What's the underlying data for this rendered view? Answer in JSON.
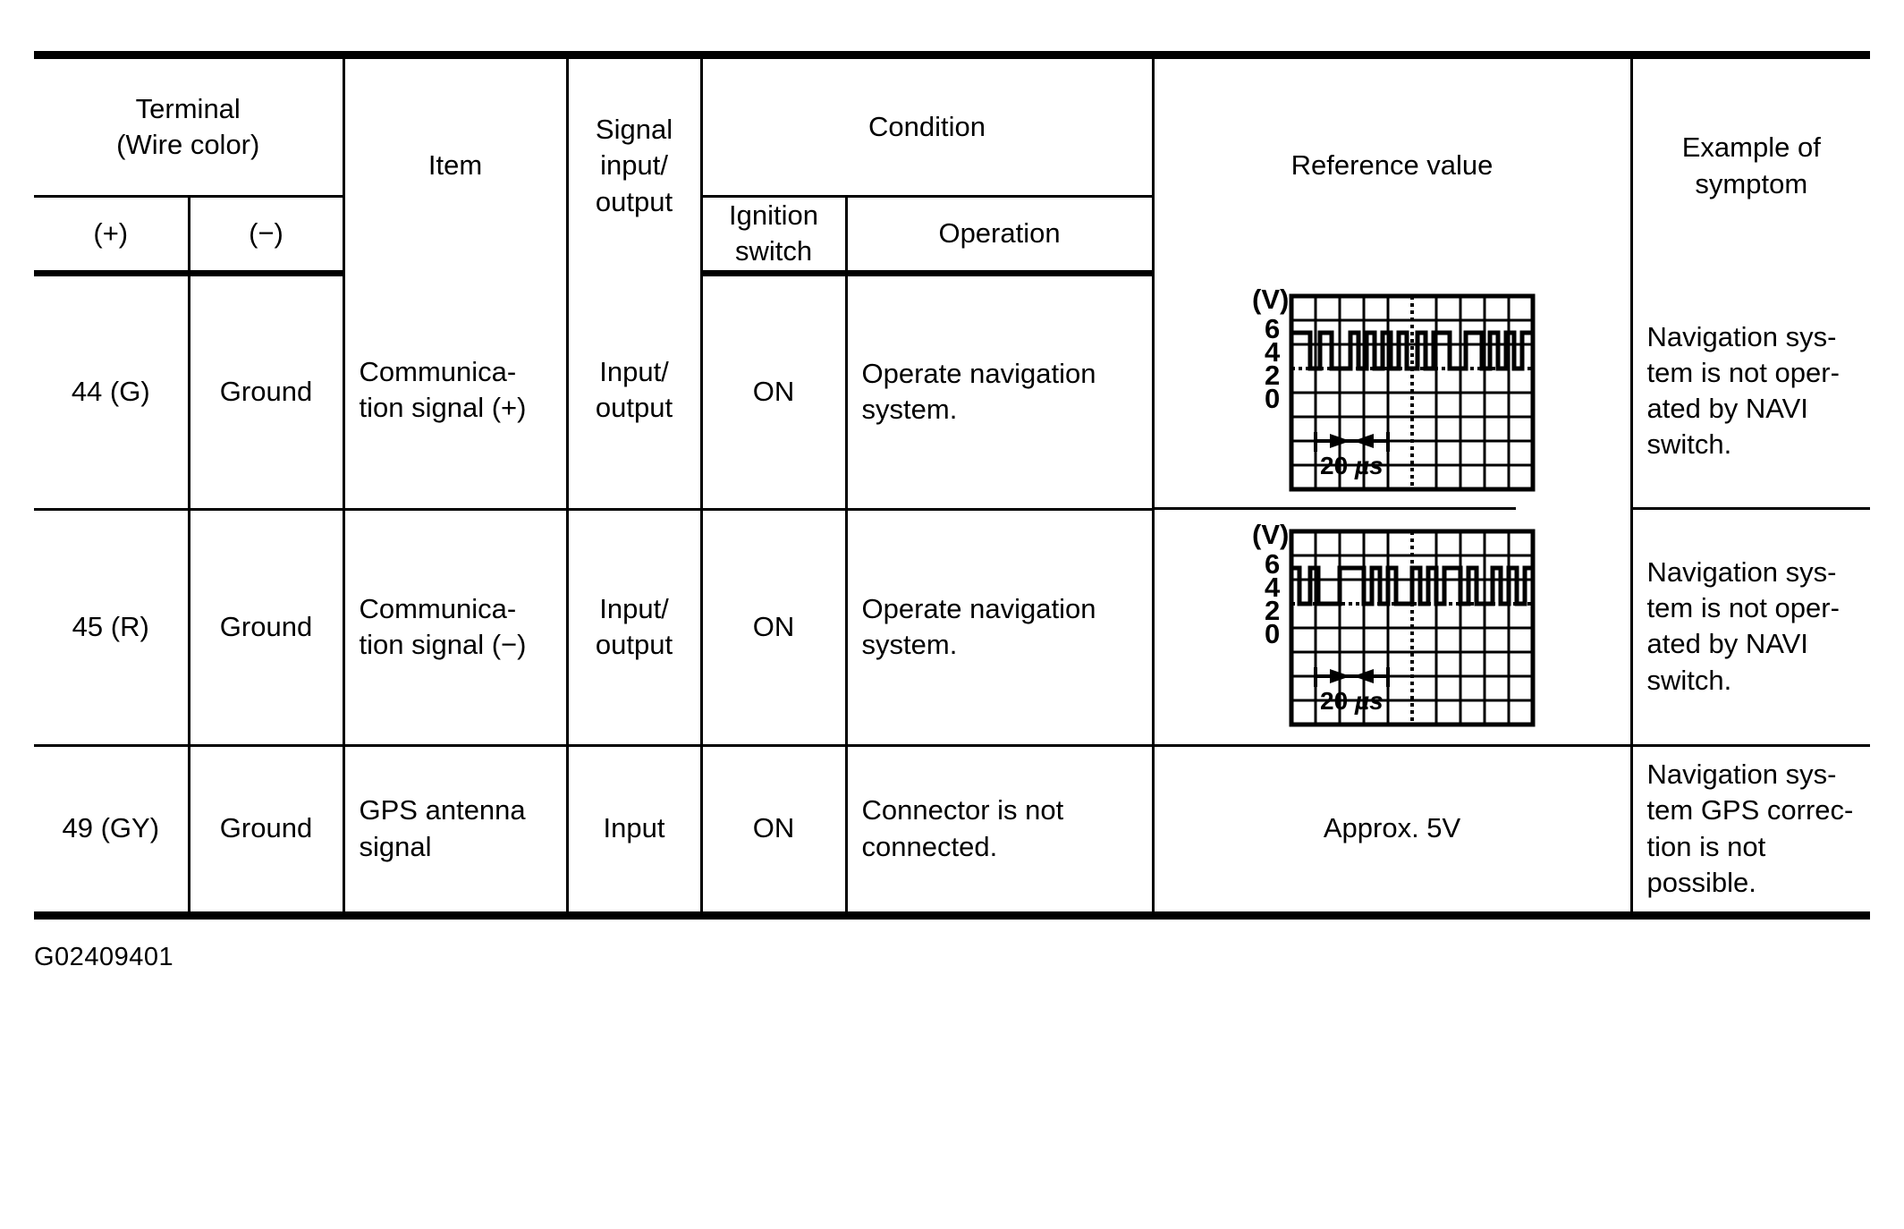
{
  "table": {
    "headers": {
      "terminal_group": "Terminal\n(Wire color)",
      "terminal_group_line1": "Terminal",
      "terminal_group_line2": "(Wire color)",
      "terminal_positive": "(+)",
      "terminal_negative": "(−)",
      "item": "Item",
      "signal_io_line1": "Signal",
      "signal_io_line2": "input/",
      "signal_io_line3": "output",
      "condition_group": "Condition",
      "ignition_switch_line1": "Ignition",
      "ignition_switch_line2": "switch",
      "operation": "Operation",
      "reference_value": "Reference value",
      "example_symptom_line1": "Example of",
      "example_symptom_line2": "symptom"
    },
    "rows": [
      {
        "terminal_positive": "44 (G)",
        "terminal_negative": "Ground",
        "item": "Communica-\ntion signal (+)",
        "item_line1": "Communica-",
        "item_line2": "tion signal (+)",
        "signal_io": "Input/\noutput",
        "signal_io_line1": "Input/",
        "signal_io_line2": "output",
        "ignition_switch": "ON",
        "operation": "Operate navigation system.",
        "reference_value_type": "waveform",
        "reference_value_text": "",
        "symptom": "Navigation sys-\ntem is not oper-\nated by NAVI\nswitch.",
        "symptom_line1": "Navigation sys-",
        "symptom_line2": "tem is not oper-",
        "symptom_line3": "ated by NAVI",
        "symptom_line4": "switch."
      },
      {
        "terminal_positive": "45 (R)",
        "terminal_negative": "Ground",
        "item": "Communica-\ntion signal (−)",
        "item_line1": "Communica-",
        "item_line2": "tion signal (−)",
        "signal_io": "Input/\noutput",
        "signal_io_line1": "Input/",
        "signal_io_line2": "output",
        "ignition_switch": "ON",
        "operation": "Operate navigation system.",
        "reference_value_type": "waveform",
        "reference_value_text": "",
        "symptom": "Navigation sys-\ntem is not oper-\nated by NAVI\nswitch.",
        "symptom_line1": "Navigation sys-",
        "symptom_line2": "tem is not oper-",
        "symptom_line3": "ated by NAVI",
        "symptom_line4": "switch."
      },
      {
        "terminal_positive": "49 (GY)",
        "terminal_negative": "Ground",
        "item": "GPS antenna\nsignal",
        "item_line1": "GPS antenna",
        "item_line2": "signal",
        "signal_io": "Input",
        "signal_io_line1": "Input",
        "signal_io_line2": "",
        "ignition_switch": "ON",
        "operation": "Connector is not connected.",
        "reference_value_type": "text",
        "reference_value_text": "Approx. 5V",
        "symptom": "Navigation sys-\ntem GPS correc-\ntion is not\npossible.",
        "symptom_line1": "Navigation sys-",
        "symptom_line2": "tem GPS correc-",
        "symptom_line3": "tion is not",
        "symptom_line4": "possible."
      }
    ]
  },
  "chart_data": [
    {
      "type": "line",
      "name": "communication-signal-positive-waveform",
      "title": "",
      "ylabel": "(V)",
      "xlabel": "",
      "y_ticks": [
        "6",
        "4",
        "2",
        "0"
      ],
      "y_tick_values": [
        6,
        4,
        2,
        0
      ],
      "ylim": [
        -4,
        6
      ],
      "grid": true,
      "grid_columns": 10,
      "grid_rows": 8,
      "time_marker": "20 μs",
      "time_marker_label": "20 µs",
      "time_per_division_us": 10,
      "volts_per_division": 2,
      "baseline_label": "0",
      "high_level_v": 5,
      "low_level_v": 0,
      "description": "Square-wave communication signal, idle high near 5V with pulses down to 0V",
      "pulses_high_first": true,
      "segments_us": [
        {
          "t": 0,
          "v": 5
        },
        {
          "t": 14,
          "v": 0
        },
        {
          "t": 21,
          "v": 5
        },
        {
          "t": 30,
          "v": 0
        },
        {
          "t": 44,
          "v": 5
        },
        {
          "t": 50,
          "v": 0
        },
        {
          "t": 56,
          "v": 5
        },
        {
          "t": 62,
          "v": 0
        },
        {
          "t": 68,
          "v": 5
        },
        {
          "t": 74,
          "v": 0
        },
        {
          "t": 86,
          "v": 5
        },
        {
          "t": 92,
          "v": 0
        },
        {
          "t": 104,
          "v": 5
        },
        {
          "t": 112,
          "v": 0
        },
        {
          "t": 124,
          "v": 5
        },
        {
          "t": 132,
          "v": 0
        },
        {
          "t": 140,
          "v": 5
        },
        {
          "t": 146,
          "v": 0
        },
        {
          "t": 152,
          "v": 5
        },
        {
          "t": 158,
          "v": 0
        },
        {
          "t": 170,
          "v": 5
        },
        {
          "t": 180,
          "v": 5
        }
      ]
    },
    {
      "type": "line",
      "name": "communication-signal-negative-waveform",
      "title": "",
      "ylabel": "(V)",
      "xlabel": "",
      "y_ticks": [
        "6",
        "4",
        "2",
        "0"
      ],
      "y_tick_values": [
        6,
        4,
        2,
        0
      ],
      "ylim": [
        -4,
        6
      ],
      "grid": true,
      "grid_columns": 10,
      "grid_rows": 8,
      "time_marker": "20 μs",
      "time_marker_label": "20 µs",
      "time_per_division_us": 10,
      "volts_per_division": 2,
      "baseline_label": "0",
      "high_level_v": 5,
      "low_level_v": 0,
      "description": "Complementary square-wave communication signal, inverse of the (+) line",
      "pulses_high_first": false,
      "segments_us": [
        {
          "t": 0,
          "v": 5
        },
        {
          "t": 6,
          "v": 0
        },
        {
          "t": 14,
          "v": 5
        },
        {
          "t": 20,
          "v": 0
        },
        {
          "t": 44,
          "v": 5
        },
        {
          "t": 56,
          "v": 0
        },
        {
          "t": 66,
          "v": 5
        },
        {
          "t": 74,
          "v": 0
        },
        {
          "t": 86,
          "v": 5
        },
        {
          "t": 96,
          "v": 0
        },
        {
          "t": 104,
          "v": 5
        },
        {
          "t": 110,
          "v": 0
        },
        {
          "t": 118,
          "v": 5
        },
        {
          "t": 126,
          "v": 0
        },
        {
          "t": 134,
          "v": 5
        },
        {
          "t": 142,
          "v": 0
        },
        {
          "t": 150,
          "v": 5
        },
        {
          "t": 158,
          "v": 0
        },
        {
          "t": 166,
          "v": 5
        },
        {
          "t": 172,
          "v": 0
        },
        {
          "t": 178,
          "v": 5
        },
        {
          "t": 180,
          "v": 5
        }
      ]
    }
  ],
  "figure": {
    "id": "G02409401"
  }
}
